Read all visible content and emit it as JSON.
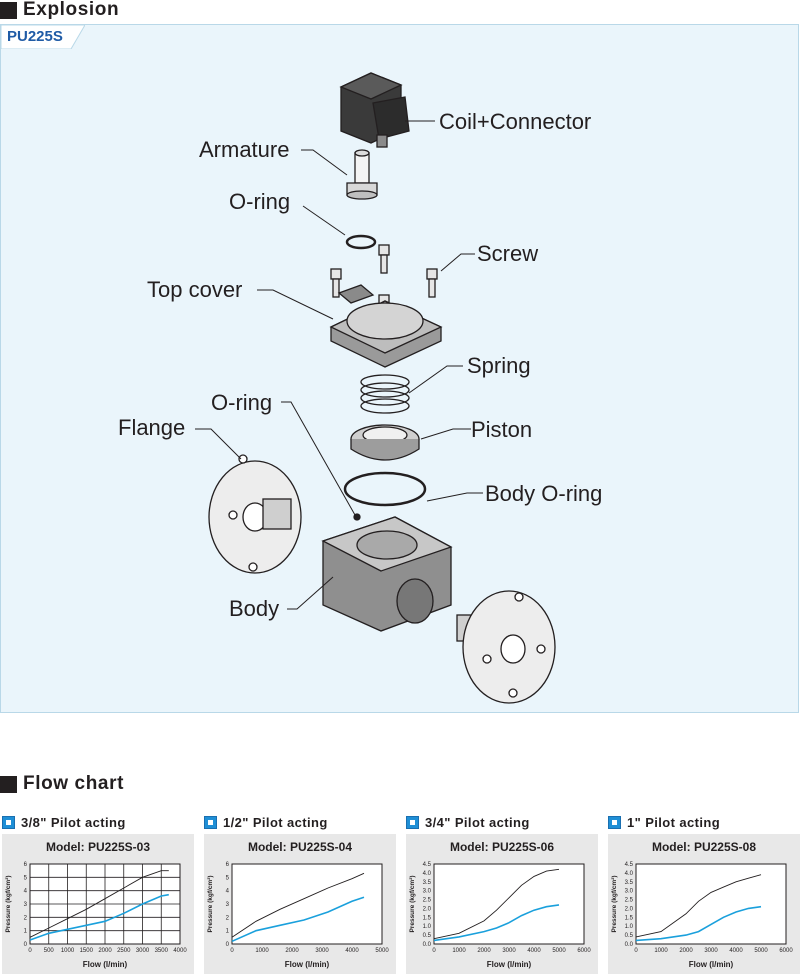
{
  "sections": {
    "explosion_title": "Explosion",
    "flow_title": "Flow chart"
  },
  "model_tab": "PU225S",
  "callouts": {
    "coil": "Coil+Connector",
    "armature": "Armature",
    "oring_top": "O-ring",
    "screw": "Screw",
    "top_cover": "Top cover",
    "spring": "Spring",
    "oring_mid": "O-ring",
    "flange": "Flange",
    "piston": "Piston",
    "body_oring": "Body O-ring",
    "body": "Body"
  },
  "colors": {
    "panel_bg": "#eaf5fb",
    "tab_color": "#1f5ba6",
    "chart_blue": "#1aa0dc",
    "chart_black": "#231f20"
  },
  "chart_data": [
    {
      "type": "line",
      "heading": "3/8\" Pilot acting",
      "title": "Model: PU225S-03",
      "xlabel": "Flow (l/min)",
      "ylabel": "Pressure (kgf/cm²)",
      "xlim": [
        0,
        4000
      ],
      "ylim": [
        0,
        6
      ],
      "xticks": [
        "0",
        "500",
        "1000",
        "1500",
        "2000",
        "2500",
        "3000",
        "3500",
        "4000"
      ],
      "yticks": [
        "0",
        "1",
        "2",
        "3",
        "4",
        "5",
        "6"
      ],
      "grid": true,
      "series": [
        {
          "color": "#231f20",
          "x": [
            0,
            500,
            1000,
            1500,
            2000,
            2500,
            3000,
            3500,
            3700
          ],
          "y": [
            0.5,
            1.2,
            1.9,
            2.6,
            3.4,
            4.2,
            5.0,
            5.5,
            5.5
          ]
        },
        {
          "color": "#1aa0dc",
          "x": [
            0,
            500,
            1000,
            1500,
            2000,
            2500,
            3000,
            3500,
            3700
          ],
          "y": [
            0.3,
            0.8,
            1.1,
            1.4,
            1.7,
            2.3,
            3.0,
            3.6,
            3.7
          ]
        }
      ]
    },
    {
      "type": "line",
      "heading": "1/2\" Pilot acting",
      "title": "Model: PU225S-04",
      "xlabel": "Flow (l/min)",
      "ylabel": "Pressure (kgf/cm²)",
      "xlim": [
        0,
        5000
      ],
      "ylim": [
        0,
        6
      ],
      "xticks": [
        "0",
        "1000",
        "2000",
        "3000",
        "4000",
        "5000"
      ],
      "yticks": [
        "0",
        "1",
        "2",
        "3",
        "4",
        "5",
        "6"
      ],
      "grid": false,
      "series": [
        {
          "color": "#231f20",
          "x": [
            0,
            800,
            1600,
            2400,
            3200,
            4000,
            4400
          ],
          "y": [
            0.5,
            1.7,
            2.6,
            3.4,
            4.2,
            4.9,
            5.3
          ]
        },
        {
          "color": "#1aa0dc",
          "x": [
            0,
            800,
            1600,
            2400,
            3200,
            4000,
            4400
          ],
          "y": [
            0.2,
            1.0,
            1.4,
            1.8,
            2.4,
            3.2,
            3.5
          ]
        }
      ]
    },
    {
      "type": "line",
      "heading": "3/4\" Pilot acting",
      "title": "Model: PU225S-06",
      "xlabel": "Flow (l/min)",
      "ylabel": "Pressure (kgf/cm²)",
      "xlim": [
        0,
        6000
      ],
      "ylim": [
        0,
        4.5
      ],
      "xticks": [
        "0",
        "1000",
        "2000",
        "3000",
        "4000",
        "5000",
        "6000"
      ],
      "yticks": [
        "0.0",
        "0.5",
        "1.0",
        "1.5",
        "2.0",
        "2.5",
        "3.0",
        "3.5",
        "4.0",
        "4.5"
      ],
      "grid": false,
      "series": [
        {
          "color": "#231f20",
          "x": [
            0,
            1000,
            2000,
            2500,
            3000,
            3500,
            4000,
            4500,
            5000
          ],
          "y": [
            0.3,
            0.6,
            1.3,
            1.9,
            2.6,
            3.3,
            3.8,
            4.1,
            4.2
          ]
        },
        {
          "color": "#1aa0dc",
          "x": [
            0,
            1000,
            2000,
            2500,
            3000,
            3500,
            4000,
            4500,
            5000
          ],
          "y": [
            0.2,
            0.4,
            0.7,
            0.9,
            1.2,
            1.6,
            1.9,
            2.1,
            2.2
          ]
        }
      ]
    },
    {
      "type": "line",
      "heading": "1\" Pilot acting",
      "title": "Model: PU225S-08",
      "xlabel": "Flow (l/min)",
      "ylabel": "Pressure (kgf/cm²)",
      "xlim": [
        0,
        6000
      ],
      "ylim": [
        0,
        4.5
      ],
      "xticks": [
        "0",
        "1000",
        "2000",
        "3000",
        "4000",
        "5000",
        "6000"
      ],
      "yticks": [
        "0.0",
        "0.5",
        "1.0",
        "1.5",
        "2.0",
        "2.5",
        "3.0",
        "3.5",
        "4.0",
        "4.5"
      ],
      "grid": false,
      "series": [
        {
          "color": "#231f20",
          "x": [
            0,
            1000,
            2000,
            2500,
            3000,
            3500,
            4000,
            4500,
            5000
          ],
          "y": [
            0.4,
            0.7,
            1.7,
            2.4,
            2.9,
            3.2,
            3.5,
            3.7,
            3.9
          ]
        },
        {
          "color": "#1aa0dc",
          "x": [
            0,
            1000,
            2000,
            2500,
            3000,
            3500,
            4000,
            4500,
            5000
          ],
          "y": [
            0.2,
            0.3,
            0.5,
            0.7,
            1.1,
            1.5,
            1.8,
            2.0,
            2.1
          ]
        }
      ]
    }
  ]
}
